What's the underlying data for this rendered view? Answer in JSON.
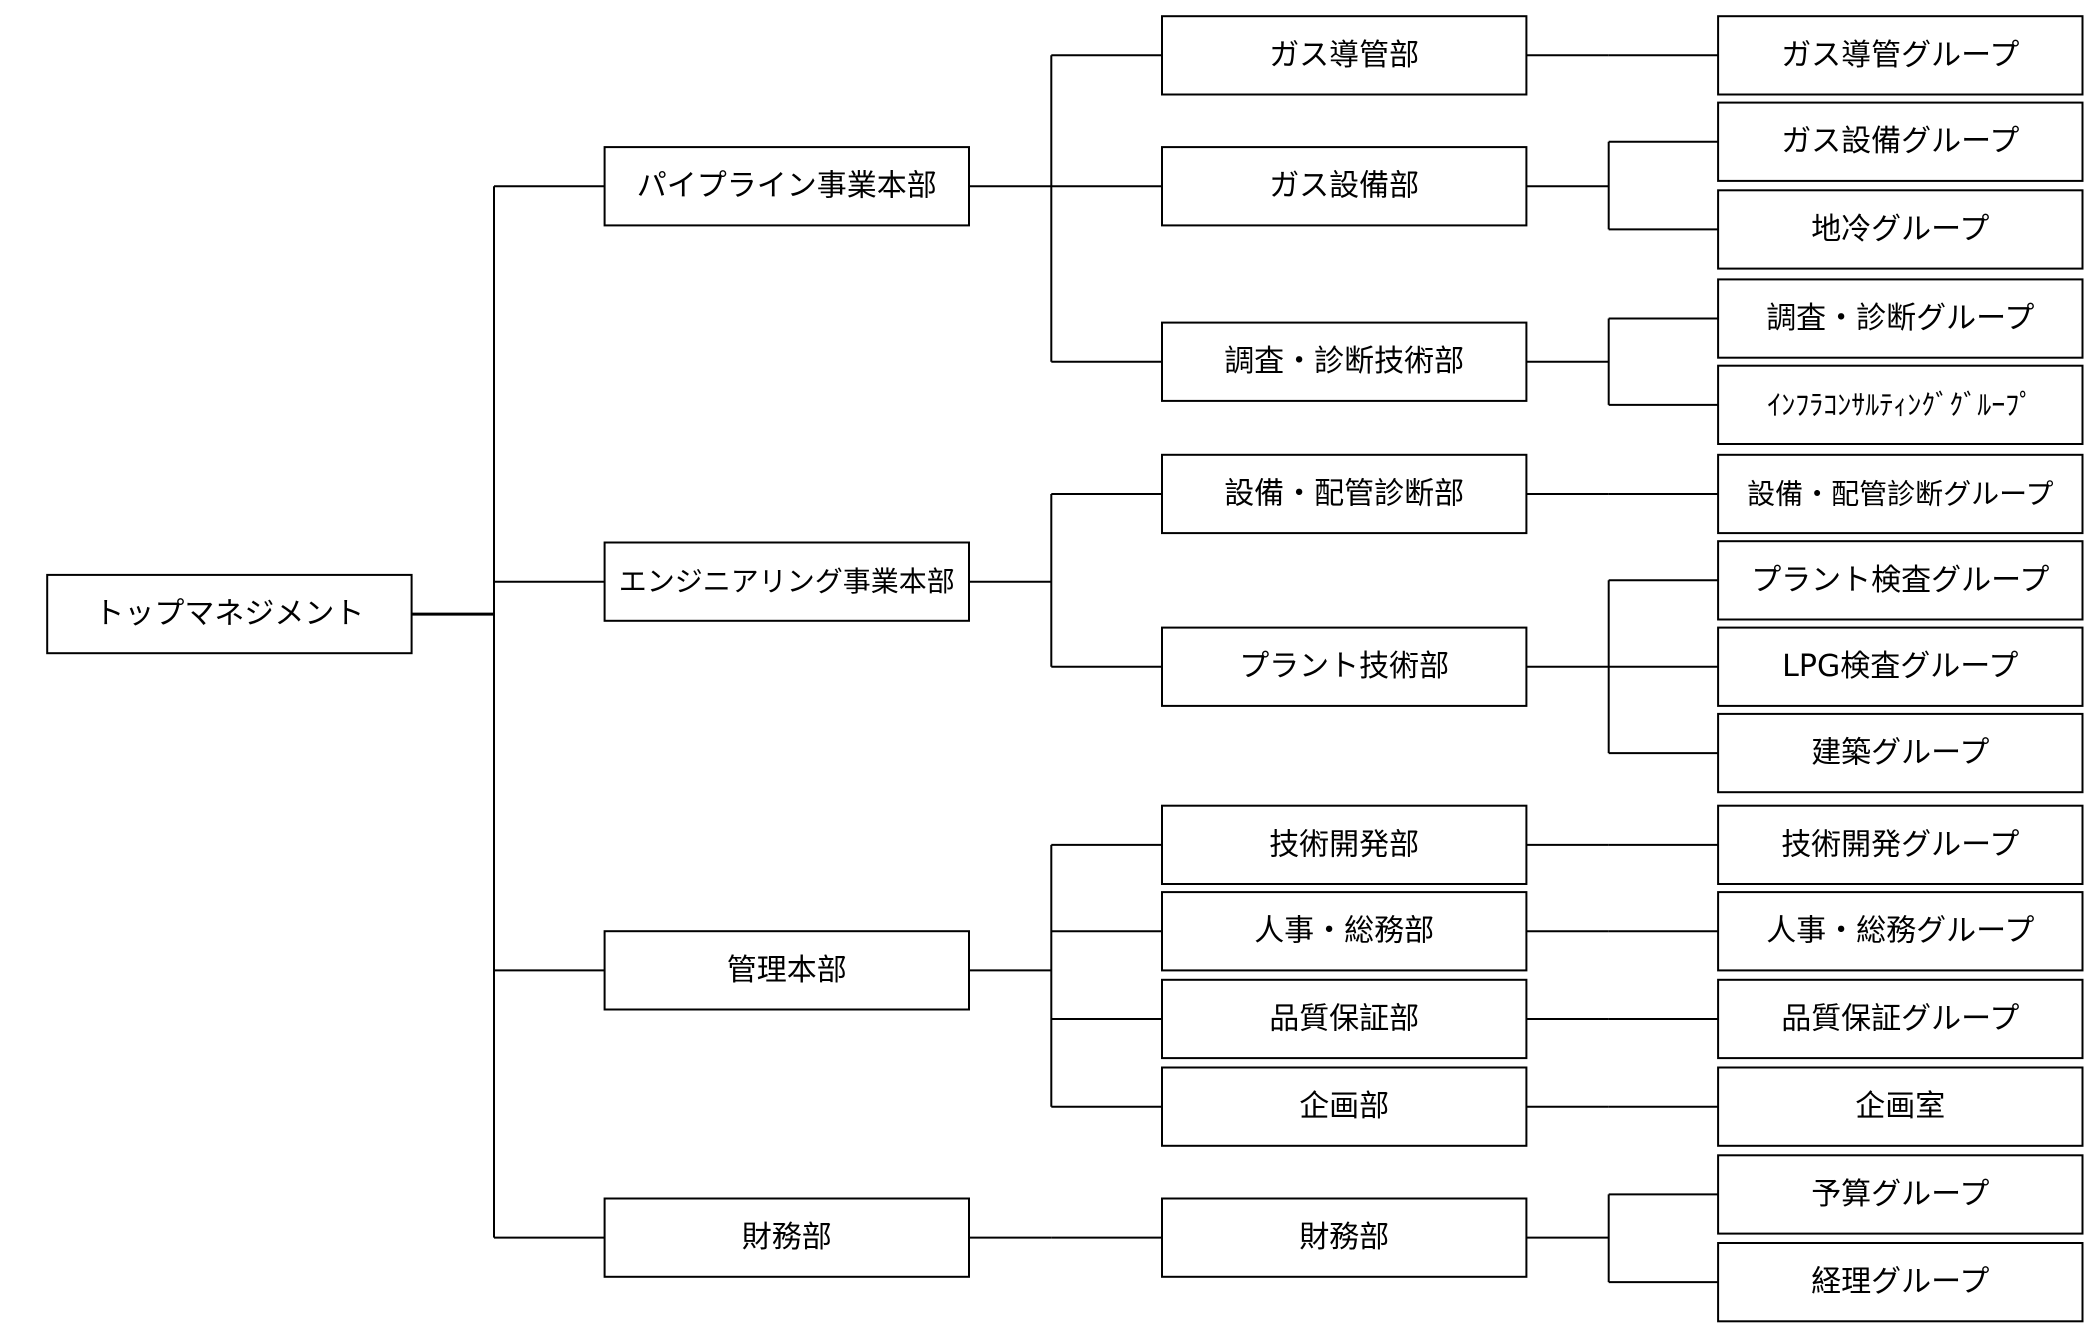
{
  "org_chart": {
    "root": {
      "id": "top",
      "label": "トップマネジメント"
    },
    "divisions": [
      {
        "id": "d1",
        "label": "パイプライン事業本部"
      },
      {
        "id": "d2",
        "label": "エンジニアリング事業本部"
      },
      {
        "id": "d3",
        "label": "管理本部"
      },
      {
        "id": "d4",
        "label": "財務部"
      }
    ],
    "departments": [
      {
        "id": "p1",
        "parent": "d1",
        "label": "ガス導管部"
      },
      {
        "id": "p2",
        "parent": "d1",
        "label": "ガス設備部"
      },
      {
        "id": "p3",
        "parent": "d1",
        "label": "調査・診断技術部"
      },
      {
        "id": "p4",
        "parent": "d2",
        "label": "設備・配管診断部"
      },
      {
        "id": "p5",
        "parent": "d2",
        "label": "プラント技術部"
      },
      {
        "id": "p6",
        "parent": "d3",
        "label": "技術開発部"
      },
      {
        "id": "p7",
        "parent": "d3",
        "label": "人事・総務部"
      },
      {
        "id": "p8",
        "parent": "d3",
        "label": "品質保証部"
      },
      {
        "id": "p9",
        "parent": "d3",
        "label": "企画部"
      },
      {
        "id": "p10",
        "parent": "d4",
        "label": "財務部"
      }
    ],
    "groups": [
      {
        "id": "g1",
        "parent": "p1",
        "label": "ガス導管グループ"
      },
      {
        "id": "g2",
        "parent": "p2",
        "label": "ガス設備グループ"
      },
      {
        "id": "g3",
        "parent": "p2",
        "label": "地冷グループ"
      },
      {
        "id": "g4",
        "parent": "p3",
        "label": "調査・診断グループ"
      },
      {
        "id": "g5",
        "parent": "p3",
        "label": "ｲﾝﾌﾗｺﾝｻﾙﾃｨﾝｸﾞｸﾞﾙｰﾌﾟ"
      },
      {
        "id": "g6",
        "parent": "p4",
        "label": "設備・配管診断グループ"
      },
      {
        "id": "g7",
        "parent": "p5",
        "label": "プラント検査グループ"
      },
      {
        "id": "g8",
        "parent": "p5",
        "label": "LPG検査グループ"
      },
      {
        "id": "g9",
        "parent": "p5",
        "label": "建築グループ"
      },
      {
        "id": "g10",
        "parent": "p6",
        "label": "技術開発グループ"
      },
      {
        "id": "g11",
        "parent": "p7",
        "label": "人事・総務グループ"
      },
      {
        "id": "g12",
        "parent": "p8",
        "label": "品質保証グループ"
      },
      {
        "id": "g13",
        "parent": "p9",
        "label": "企画室"
      },
      {
        "id": "g14",
        "parent": "p10",
        "label": "予算グループ"
      },
      {
        "id": "g15",
        "parent": "p10",
        "label": "経理グループ"
      }
    ]
  }
}
